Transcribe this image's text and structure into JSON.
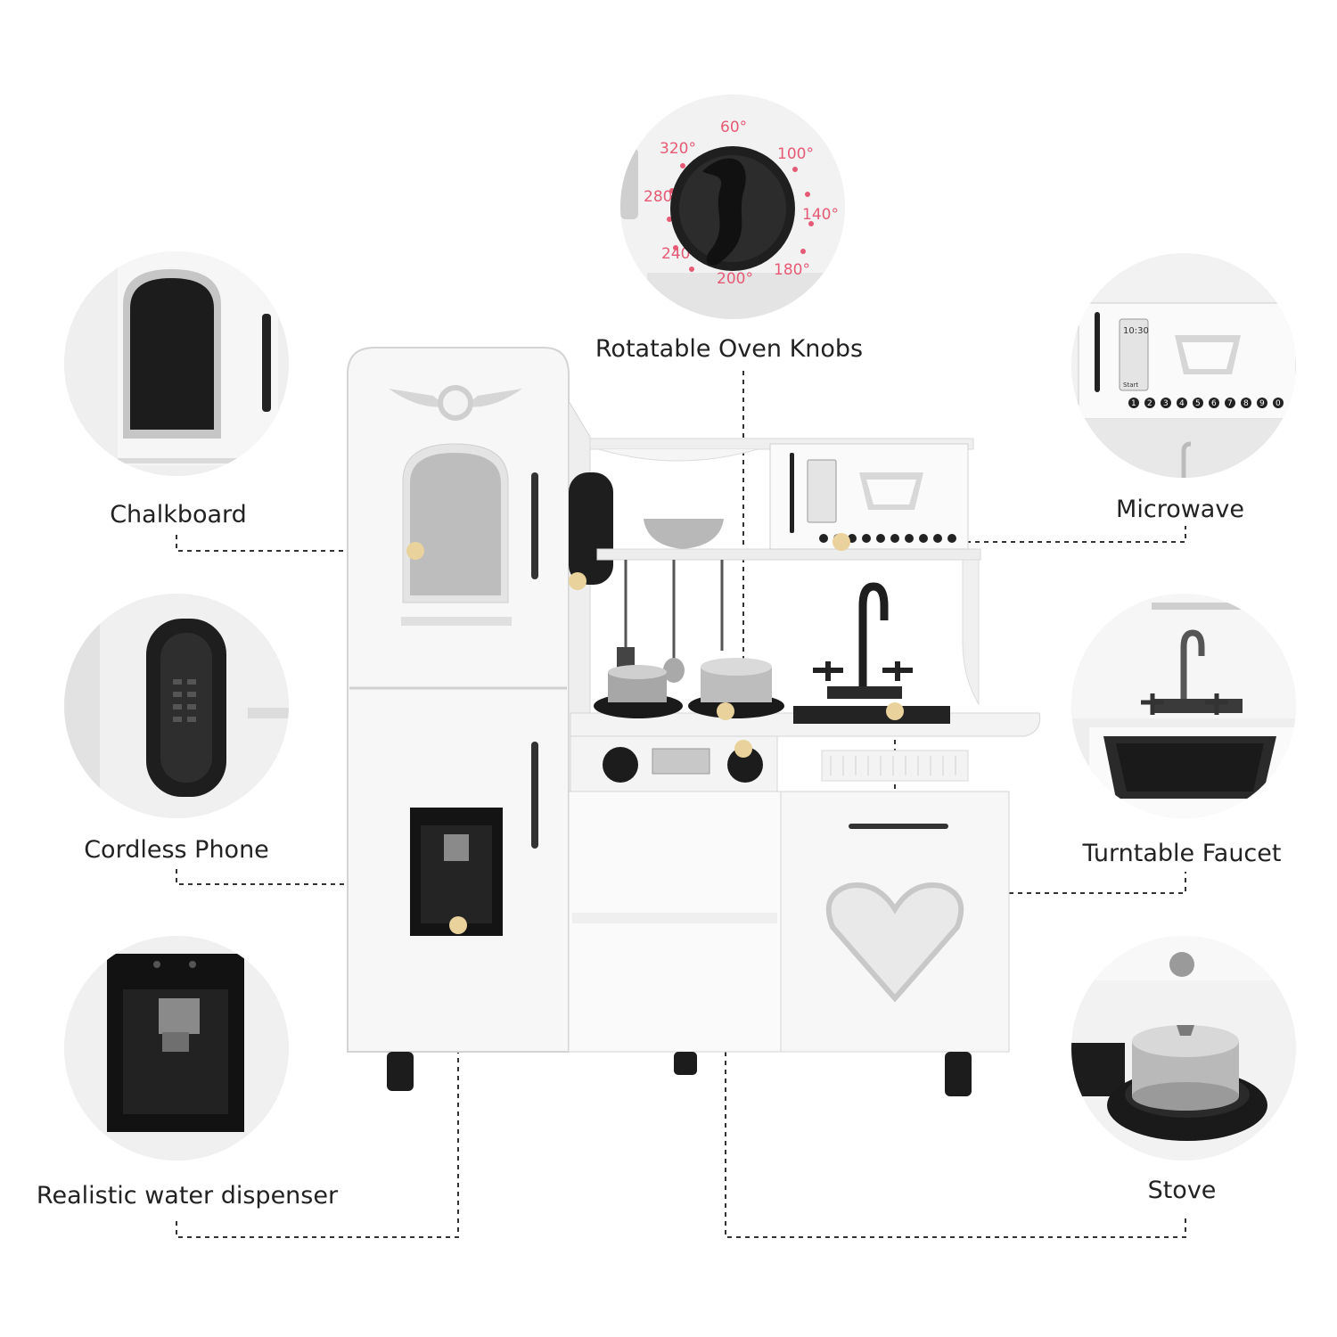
{
  "callouts": {
    "oven_knobs": "Rotatable Oven Knobs",
    "chalkboard": "Chalkboard",
    "microwave": "Microwave",
    "cordless_phone": "Cordless Phone",
    "turntable_faucet": "Turntable Faucet",
    "water_dispenser": "Realistic water dispenser",
    "stove": "Stove"
  },
  "knob_dial": {
    "marks": [
      "60°",
      "100°",
      "140°",
      "180°",
      "200°",
      "240",
      "280",
      "320°"
    ]
  },
  "microwave_panel": {
    "time": "10:30",
    "start": "Start",
    "number_keys": [
      "1",
      "2",
      "3",
      "4",
      "5",
      "6",
      "7",
      "8",
      "9",
      "0"
    ]
  },
  "colors": {
    "label_text": "#222222",
    "hotspot_dot": "#e9d29b",
    "cabinet_white": "#f7f7f7",
    "fixture_black": "#222222",
    "dial_marks": "#e55a75"
  }
}
